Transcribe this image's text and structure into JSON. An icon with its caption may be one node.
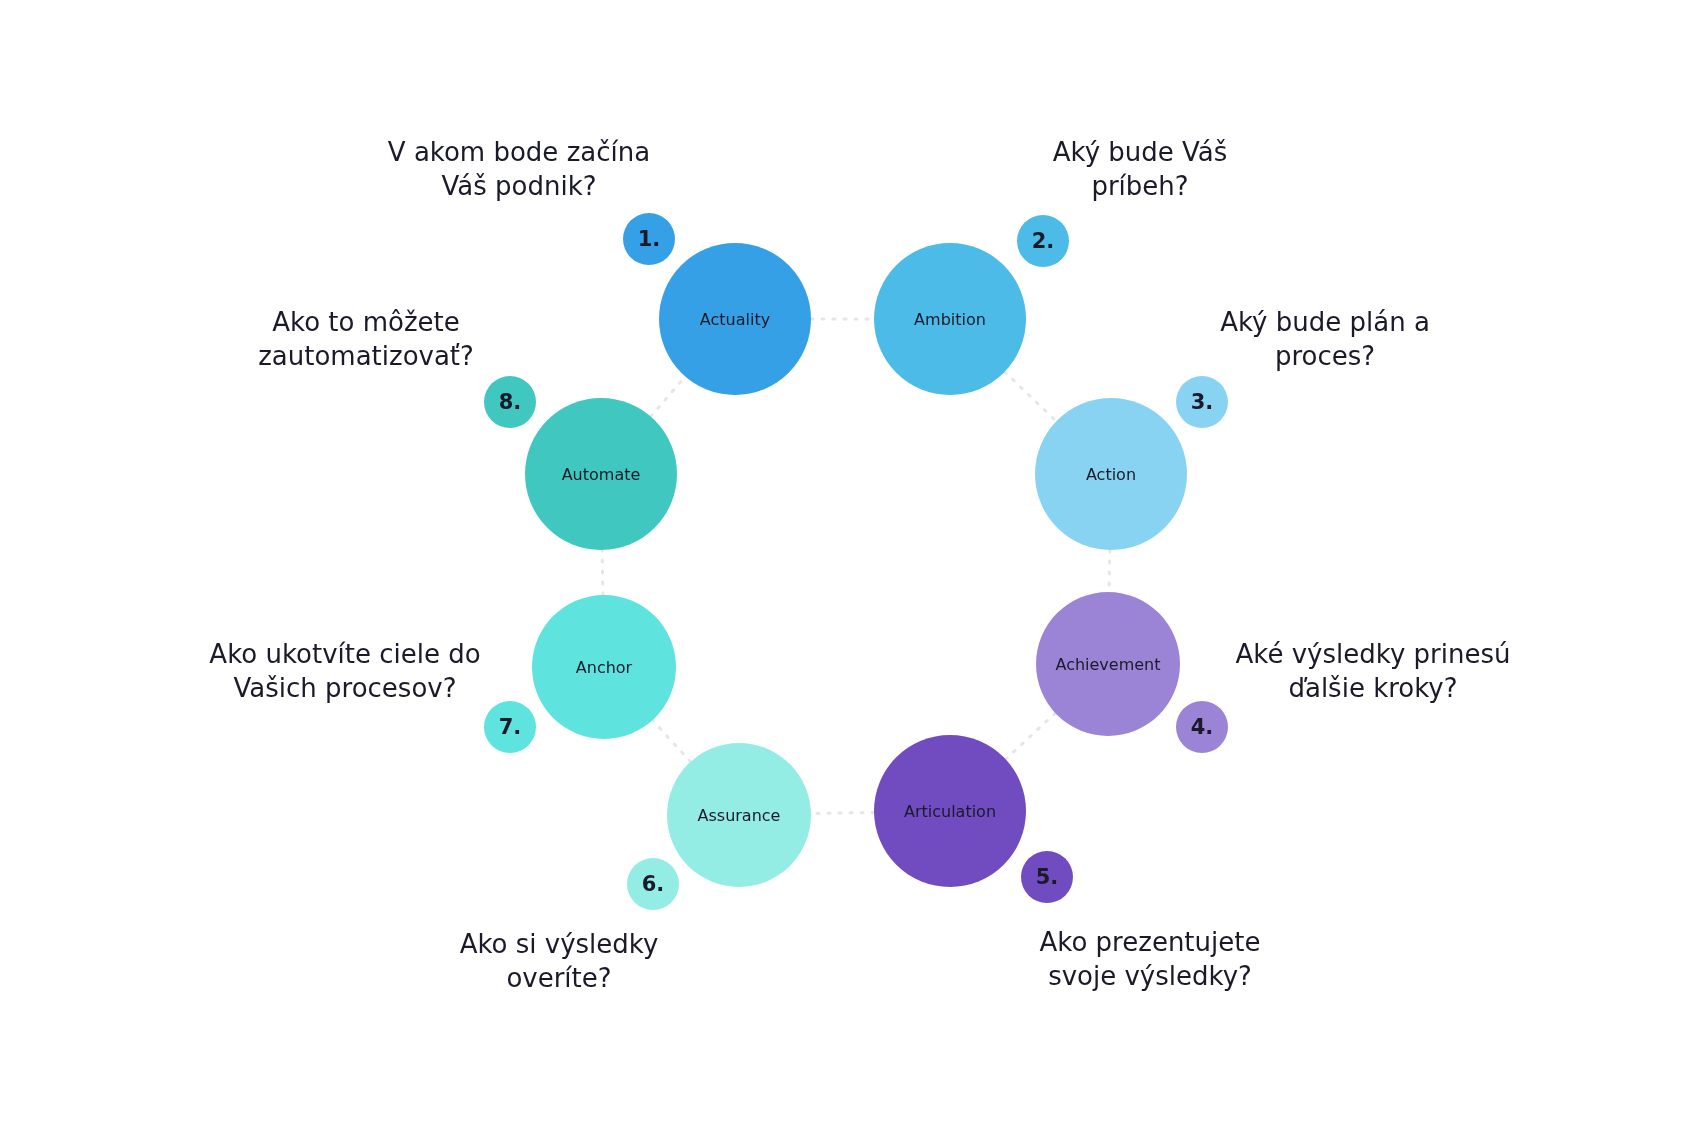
{
  "diagram": {
    "nodes": [
      {
        "text": [
          "Actuality"
        ]
      },
      {
        "text": [
          "1."
        ],
        "beside": [
          "V akom bode začína Váš podnik?"
        ]
      },
      {
        "text": [
          "Ambition"
        ]
      },
      {
        "text": [
          "2."
        ],
        "beside": [
          "Aký bude Váš príbeh?"
        ]
      },
      {
        "text": [
          "Action"
        ]
      },
      {
        "text": [
          "3."
        ],
        "beside": [
          "Aký bude plán a proces?"
        ]
      },
      {
        "text": [
          "Achievement"
        ]
      },
      {
        "text": [
          "4."
        ],
        "beside": [
          "Aké výsledky prinesú ďalšie kroky?"
        ]
      },
      {
        "text": [
          "Articulation"
        ]
      },
      {
        "text": [
          "5."
        ],
        "beside": [
          "Ako prezentujete svoje výsledky?"
        ]
      },
      {
        "text": [
          "Assurance"
        ]
      },
      {
        "text": [
          "6."
        ],
        "beside": [
          "Ako si výsledky overíte?"
        ]
      },
      {
        "text": [
          "Anchor"
        ]
      },
      {
        "text": [
          "7."
        ],
        "beside": [
          "Ako ukotvíte ciele do Vašich procesov?"
        ]
      },
      {
        "text": [
          "Automate"
        ]
      },
      {
        "text": [
          "8."
        ],
        "beside": [
          "Ako to môžete zautomatizovať?"
        ]
      }
    ],
    "edges": [
      {
        "from": 0,
        "to": 2,
        "arrow": "none",
        "style": "dashed",
        "color": "#e6e6e6"
      },
      {
        "from": 2,
        "to": 4,
        "arrow": "none",
        "style": "dashed",
        "color": "#e6e6e6"
      },
      {
        "from": 4,
        "to": 6,
        "arrow": "none",
        "style": "dashed",
        "color": "#e6e6e6"
      },
      {
        "from": 6,
        "to": 8,
        "arrow": "none",
        "style": "dashed",
        "color": "#e6e6e6"
      },
      {
        "from": 8,
        "to": 10,
        "arrow": "none",
        "style": "dashed",
        "color": "#e6e6e6"
      },
      {
        "from": 10,
        "to": 12,
        "arrow": "none",
        "style": "dashed",
        "color": "#e6e6e6"
      },
      {
        "from": 12,
        "to": 14,
        "arrow": "none",
        "style": "dashed",
        "color": "#e6e6e6"
      },
      {
        "from": 14,
        "to": 0,
        "arrow": "none",
        "style": "dashed",
        "color": "#e6e6e6"
      }
    ]
  }
}
